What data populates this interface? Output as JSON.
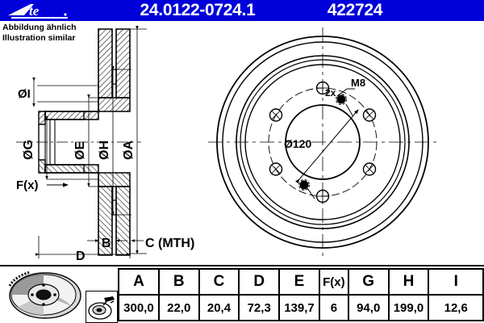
{
  "header": {
    "logo_text": "Ate",
    "logo_icon": "ate-brand-logo",
    "part_number": "24.0122-0724.1",
    "reference_number": "422724",
    "bar_color": "#0000d8",
    "text_color": "#ffffff"
  },
  "note": {
    "line_de": "Abbildung ähnlich",
    "line_en": "Illustration similar"
  },
  "section_view": {
    "title": "brake-disc-cross-section",
    "dimension_labels": {
      "inner_small": "ØI",
      "hub_bore": "ØG",
      "hub_outer": "ØE",
      "inner_disc": "ØH",
      "outer_disc": "ØA",
      "pad_contact": "F(x)",
      "thickness_b": "B",
      "thickness_c": "C (MTH)",
      "overall_d": "D"
    }
  },
  "face_view": {
    "title": "brake-disc-face-view",
    "bolt_circle_label": "Ø120",
    "thread_label": "M8",
    "thread_count_label": "2x",
    "bolt_hole_count": 6,
    "thread_hole_count": 2
  },
  "table": {
    "headers": [
      "A",
      "B",
      "C",
      "D",
      "E",
      "F(x)",
      "G",
      "H",
      "I"
    ],
    "values": [
      "300,0",
      "22,0",
      "20,4",
      "72,3",
      "139,7",
      "6",
      "94,0",
      "199,0",
      "12,6"
    ]
  },
  "thumbnails": {
    "product_photo": "brake-disc-photo",
    "install_icon": "disc-measurement-icon"
  }
}
